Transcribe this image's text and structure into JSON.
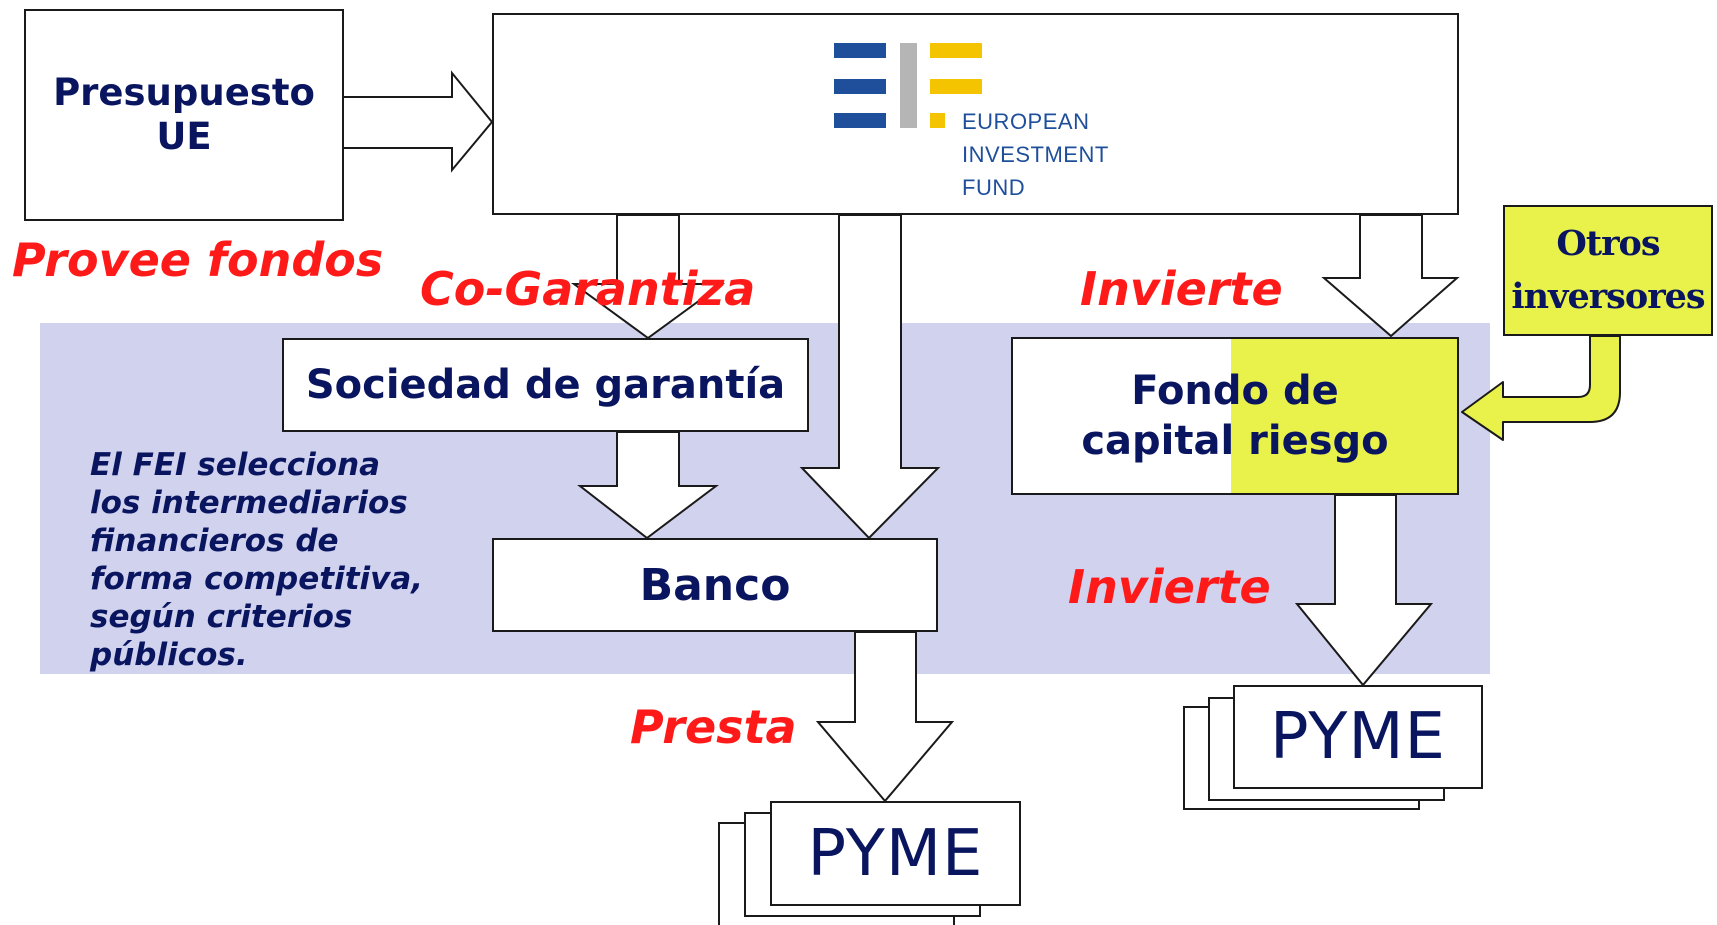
{
  "boxes": {
    "presupuesto": "Presupuesto\nUE",
    "sociedad": "Sociedad de garantía",
    "banco": "Banco",
    "fondo_line1": "Fondo de",
    "fondo_line2": "capital riesgo",
    "otros": "Otros\ninversores",
    "pyme_left": "PYME",
    "pyme_right": "PYME"
  },
  "logo": {
    "line1": "EUROPEAN",
    "line2": "INVESTMENT",
    "line3": "FUND"
  },
  "labels": {
    "provee": "Provee fondos",
    "cogarantiza": "Co-Garantiza",
    "invierte_top": "Invierte",
    "invierte_bottom": "Invierte",
    "presta": "Presta"
  },
  "note": "El FEI selecciona\nlos intermediarios\nfinancieros de\nforma competitiva,\nsegún criterios\npúblicos.",
  "colors": {
    "band": "#d0d2ee",
    "accent_red": "#ff1a1a",
    "navy": "#0a1560",
    "yellow": "#e8f24a",
    "logo_blue": "#1f4e9b",
    "logo_yellow": "#f5c400",
    "logo_grey": "#b5b5b5"
  }
}
